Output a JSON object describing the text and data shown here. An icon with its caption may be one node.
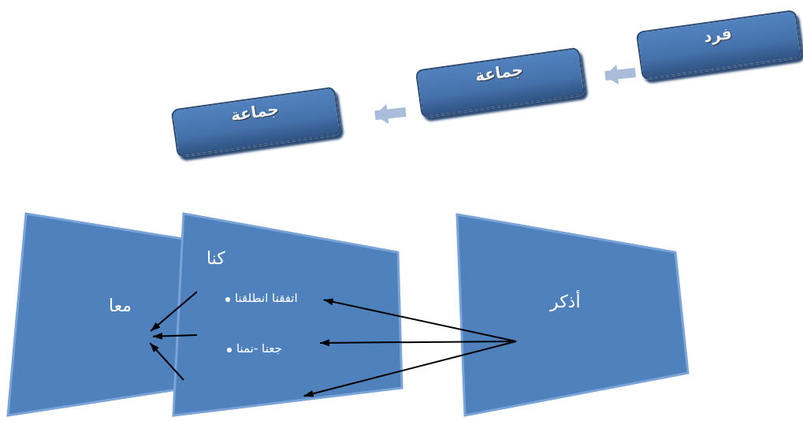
{
  "diagram": {
    "nodes": [
      {
        "text": [
          "فرد"
        ]
      },
      {
        "text": [
          "جماعة"
        ]
      },
      {
        "text": [
          "جماعة"
        ]
      },
      {
        "text": [
          "معا"
        ]
      },
      {
        "text": [
          "كنا",
          "اتفقنا انطلقنا",
          "جعنا -نمنا"
        ]
      },
      {
        "text": [
          "أذكر"
        ]
      }
    ],
    "edges": [
      {
        "from": 0,
        "to": 1,
        "arrow": "to",
        "style": "thick",
        "color": "#a9bddb"
      },
      {
        "from": 1,
        "to": 2,
        "arrow": "to",
        "style": "thick",
        "color": "#a9bddb"
      },
      {
        "from": 5,
        "to": 4,
        "arrow": "to"
      },
      {
        "from": 5,
        "to": 4,
        "arrow": "to"
      },
      {
        "from": 5,
        "to": 4,
        "arrow": "to"
      },
      {
        "from": 4,
        "to": 3,
        "arrow": "to"
      },
      {
        "from": 4,
        "to": 3,
        "arrow": "to"
      },
      {
        "from": 4,
        "to": 3,
        "arrow": "to"
      }
    ]
  }
}
